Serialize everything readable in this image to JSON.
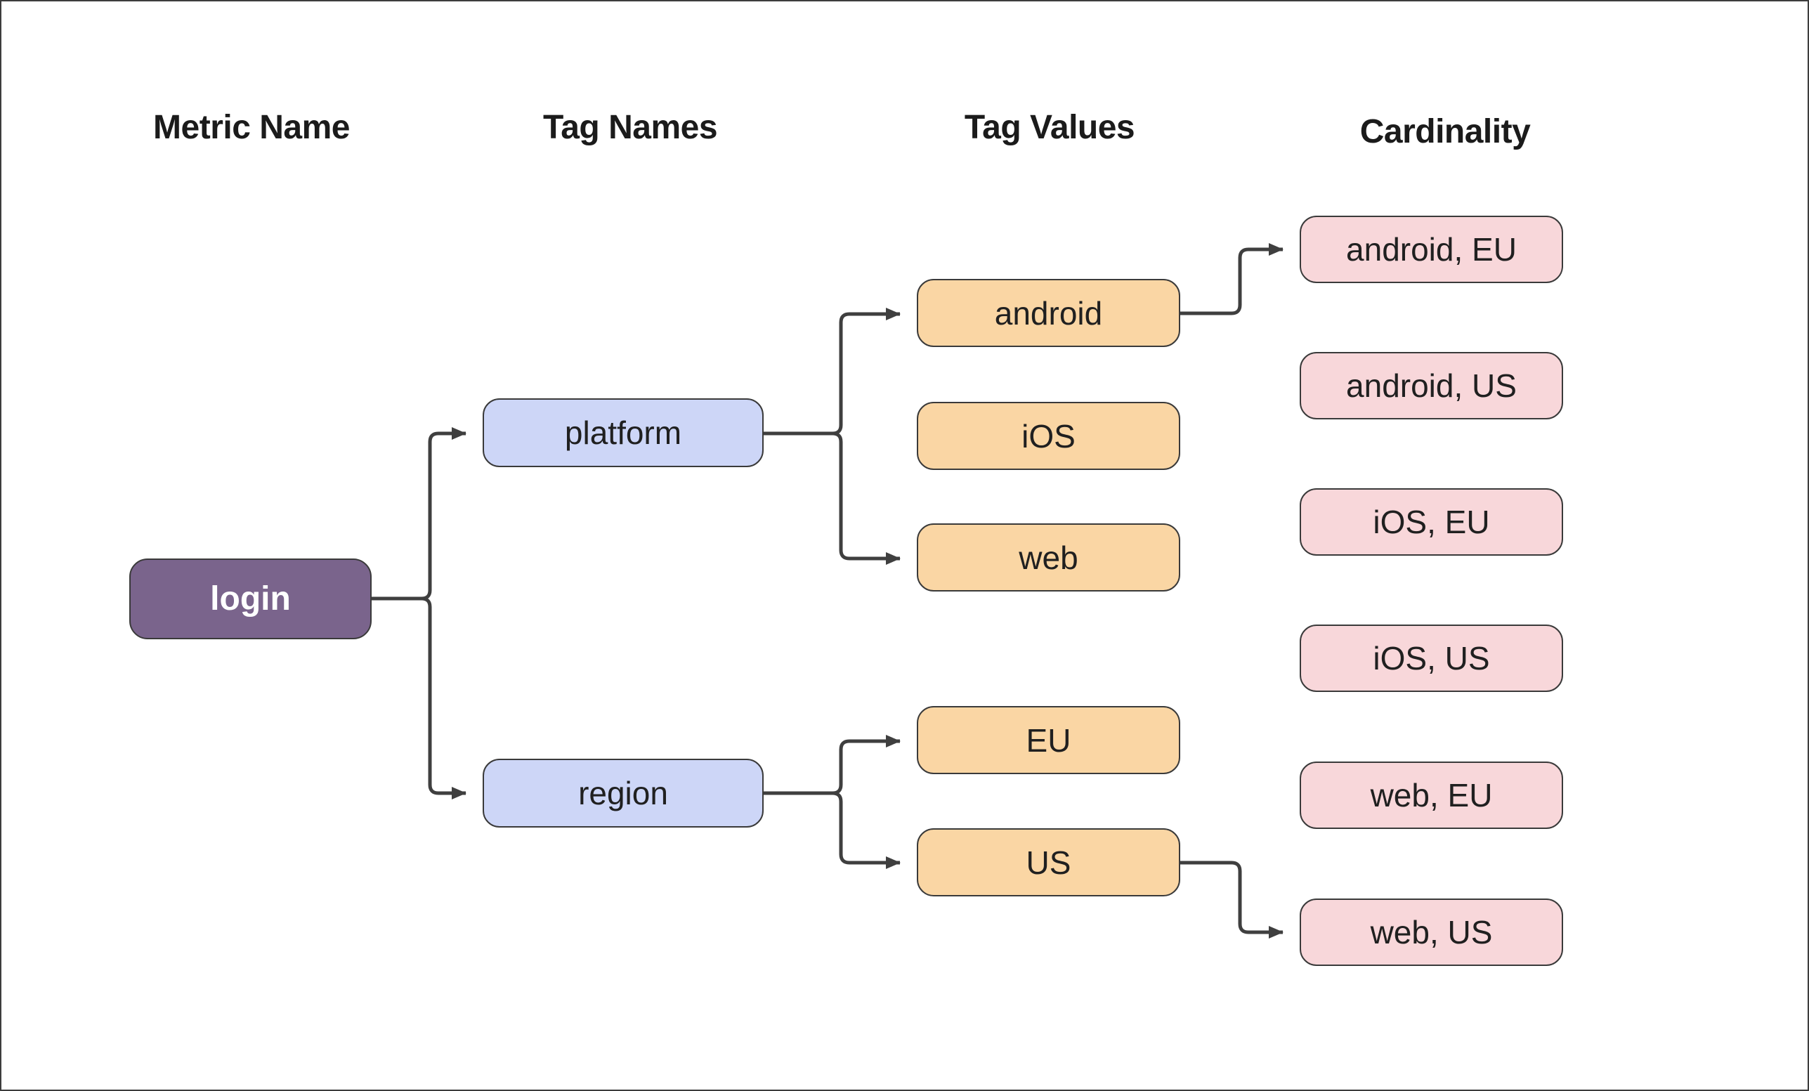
{
  "headers": {
    "metric_name": "Metric Name",
    "tag_names": "Tag Names",
    "tag_values": "Tag Values",
    "cardinality": "Cardinality"
  },
  "nodes": {
    "metric": {
      "label": "login"
    },
    "tag_names": [
      {
        "label": "platform"
      },
      {
        "label": "region"
      }
    ],
    "tag_values": [
      {
        "label": "android"
      },
      {
        "label": "iOS"
      },
      {
        "label": "web"
      },
      {
        "label": "EU"
      },
      {
        "label": "US"
      }
    ],
    "cardinality": [
      {
        "label": "android, EU"
      },
      {
        "label": "android, US"
      },
      {
        "label": "iOS, EU"
      },
      {
        "label": "iOS, US"
      },
      {
        "label": "web, EU"
      },
      {
        "label": "web, US"
      }
    ]
  },
  "edges": [
    {
      "from": "login",
      "to": "platform"
    },
    {
      "from": "login",
      "to": "region"
    },
    {
      "from": "platform",
      "to": "android"
    },
    {
      "from": "platform",
      "to": "web"
    },
    {
      "from": "region",
      "to": "EU"
    },
    {
      "from": "region",
      "to": "US"
    },
    {
      "from": "android",
      "to": "android, EU"
    },
    {
      "from": "US",
      "to": "web, US"
    }
  ],
  "colors": {
    "metric_fill": "#7A648C",
    "metric_text": "#FFFFFF",
    "tag_name_fill": "#CDD6F7",
    "tag_value_fill": "#FAD6A4",
    "cardinality_fill": "#F8D7DA",
    "node_border": "#3A3A3A",
    "edge": "#3F3F3F",
    "text": "#202020",
    "background": "#FFFFFF"
  }
}
